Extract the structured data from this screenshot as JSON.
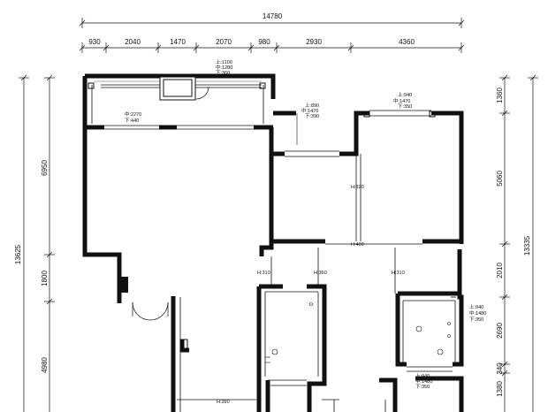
{
  "top_dimensions": {
    "overall": "14780",
    "segments": [
      "930",
      "2040",
      "1470",
      "2070",
      "980",
      "2930",
      "4360"
    ]
  },
  "left_dimensions": {
    "overall": "13625",
    "segments": [
      "6950",
      "1800",
      "4980"
    ]
  },
  "right_dimensions": {
    "overall": "13335",
    "segments": [
      "1360",
      "5060",
      "2010",
      "2690",
      "340",
      "1380"
    ]
  },
  "window_notes": {
    "top_center": {
      "top": "上:1100",
      "mid": "中:1280",
      "bottom": "下:360"
    },
    "left_room": {
      "mid": "中:2270",
      "bottom": "下:440"
    },
    "center_room": {
      "top": "上:890",
      "mid": "中:1470",
      "bottom": "下:390"
    },
    "top_right": {
      "top": "上:940",
      "mid": "中:1470",
      "bottom": "下:350"
    },
    "right_middle": {
      "top": "上:940",
      "mid": "中:1480",
      "bottom": "下:350"
    },
    "bottom_right": {
      "top": "上:940",
      "mid": "中:1480",
      "bottom": "下:350"
    }
  },
  "height_labels": {
    "big_room": "H:320",
    "corridor_top": "H:400",
    "left_opening": "H:310",
    "center_opening": "H:360",
    "right_opening": "H:310",
    "bottom_left": "H:390"
  }
}
